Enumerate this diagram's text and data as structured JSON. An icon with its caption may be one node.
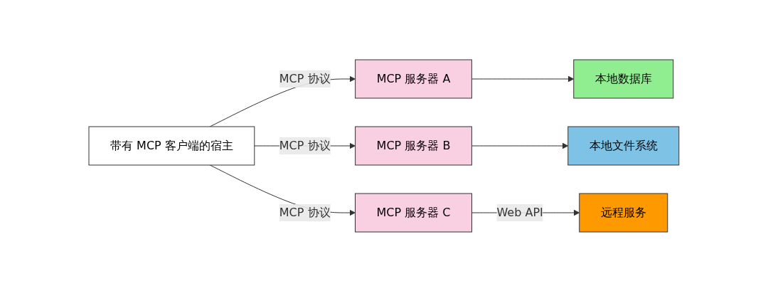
{
  "diagram": {
    "nodes": [
      {
        "text": [
          "带有 MCP 客户端的宿主"
        ]
      },
      {
        "text": [
          "MCP 服务器 A"
        ]
      },
      {
        "text": [
          "MCP 服务器 B"
        ]
      },
      {
        "text": [
          "MCP 服务器 C"
        ]
      },
      {
        "text": [
          "本地数据库"
        ]
      },
      {
        "text": [
          "本地文件系统"
        ]
      },
      {
        "text": [
          "远程服务"
        ]
      }
    ],
    "edges": [
      {
        "from": 0,
        "to": 1,
        "arrow": "to",
        "label": "MCP 协议"
      },
      {
        "from": 0,
        "to": 2,
        "arrow": "to",
        "label": "MCP 协议"
      },
      {
        "from": 0,
        "to": 3,
        "arrow": "to",
        "label": "MCP 协议"
      },
      {
        "from": 1,
        "to": 4,
        "arrow": "to"
      },
      {
        "from": 2,
        "to": 5,
        "arrow": "to"
      },
      {
        "from": 3,
        "to": 6,
        "arrow": "to",
        "label": "Web API"
      }
    ]
  }
}
